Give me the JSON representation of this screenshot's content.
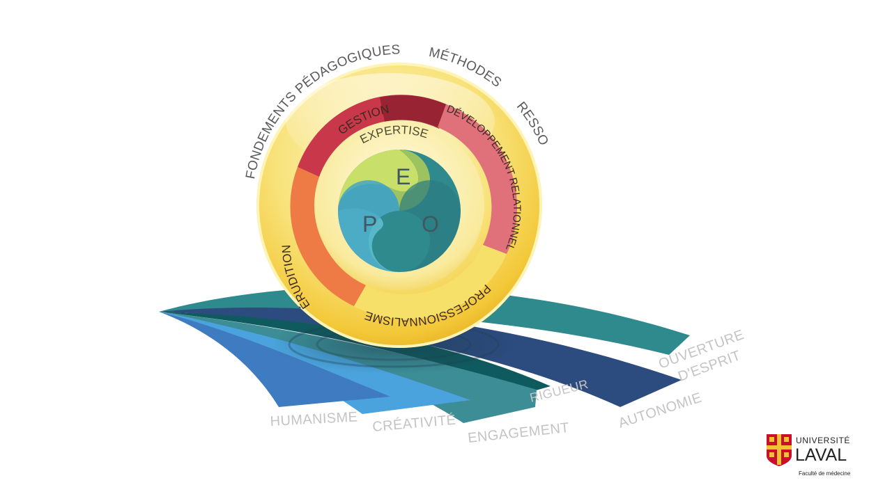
{
  "outer_labels": {
    "fondements": "FONDEMENTS PÉDAGOGIQUES",
    "methodes": "MÉTHODES",
    "ressources": "RESSOURCES"
  },
  "ring_labels": {
    "gestion": "GESTION",
    "developpement": "DÉVELOPPEMENT RELATIONNEL",
    "erudition": "ÉRUDITION",
    "professionnalisme": "PROFESSIONNALISME",
    "expertise": "EXPERTISE"
  },
  "core_letters": {
    "e": "E",
    "p": "P",
    "o": "O"
  },
  "values": {
    "humanisme": "HUMANISME",
    "creativite": "CRÉATIVITÉ",
    "engagement": "ENGAGEMENT",
    "rigueur": "RIGUEUR",
    "autonomie": "AUTONOMIE",
    "ouverture_1": "OUVERTURE",
    "ouverture_2": "D'ESPRIT"
  },
  "brand": {
    "top": "UNIVERSITÉ",
    "main": "LAVAL",
    "sub": "Faculté de médecine"
  },
  "colors": {
    "ribbon_teal": "#2f8a8e",
    "ribbon_navy": "#2c4b7e",
    "ribbon_blue": "#3f7bc0",
    "ribbon_sky": "#4aa3dc",
    "ring_crimson": "#c9384a",
    "ring_pink": "#e0707a",
    "ring_orange": "#ee7a45",
    "sphere_yellow": "#f6d84a"
  }
}
